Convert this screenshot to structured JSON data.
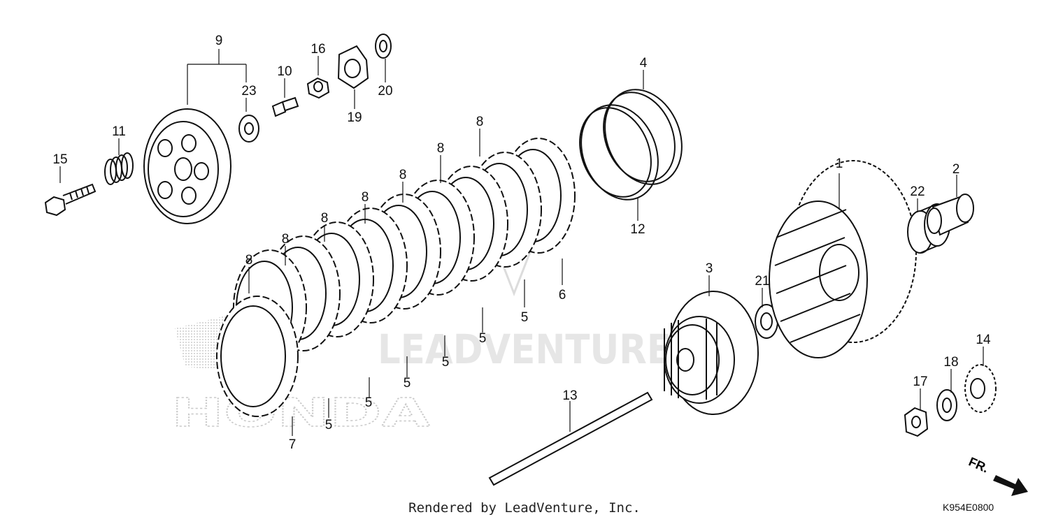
{
  "watermarks": {
    "brand_logo": "HONDA",
    "site_logo": "LEADVENTURE"
  },
  "callouts": {
    "c1": "1",
    "c2": "2",
    "c3": "3",
    "c4": "4",
    "c5": "5",
    "c6": "6",
    "c7": "7",
    "c8": "8",
    "c9": "9",
    "c10": "10",
    "c11": "11",
    "c12": "12",
    "c13": "13",
    "c14": "14",
    "c15": "15",
    "c16": "16",
    "c17": "17",
    "c18": "18",
    "c19": "19",
    "c20": "20",
    "c21": "21",
    "c22": "22",
    "c23": "23"
  },
  "direction_label": "FR.",
  "footer": {
    "credit": "Rendered by LeadVenture, Inc.",
    "diagram_code": "K954E0800"
  }
}
